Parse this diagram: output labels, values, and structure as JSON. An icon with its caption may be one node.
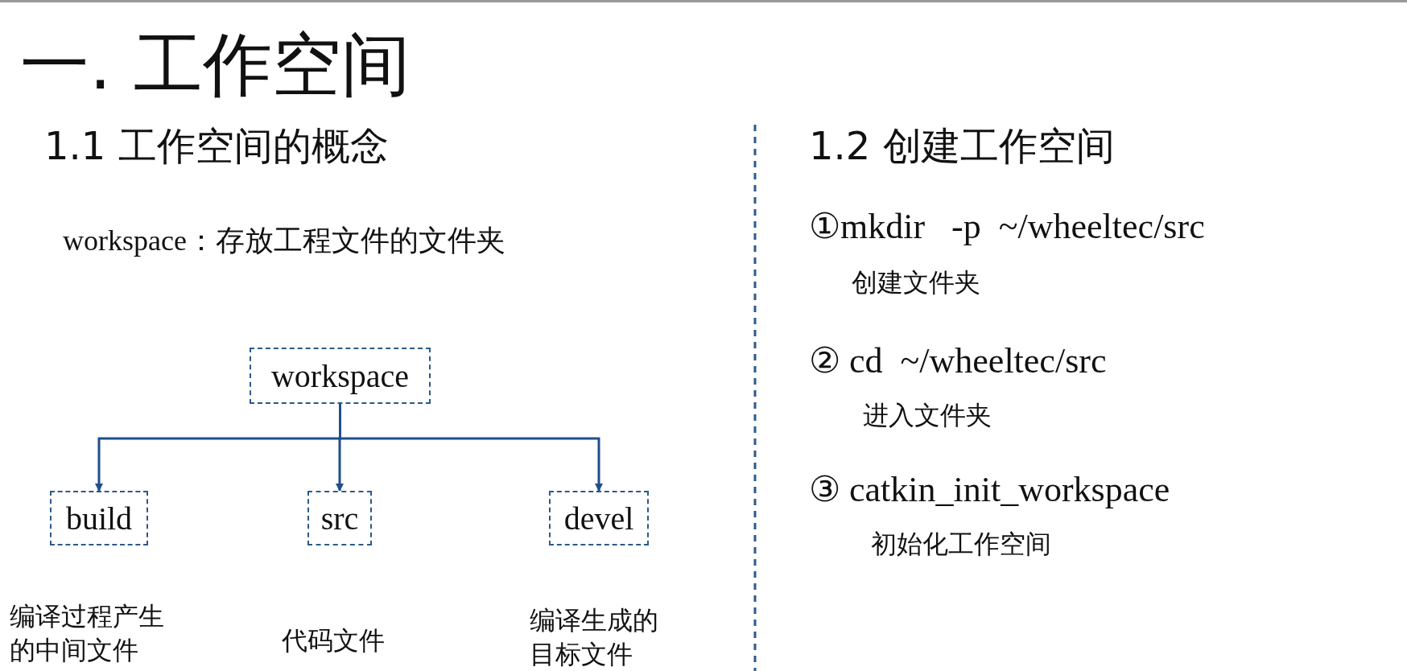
{
  "diagram": {
    "title": "一. 工作空间",
    "nodes": [
      {
        "text": [
          "workspace"
        ]
      },
      {
        "text": [
          "build"
        ],
        "beside": [
          "编译过程产生的中间文件"
        ]
      },
      {
        "text": [
          "src"
        ],
        "beside": [
          "代码文件"
        ]
      },
      {
        "text": [
          "devel"
        ],
        "beside": [
          "编译生成的目标文件"
        ]
      }
    ],
    "edges": [
      {
        "from": 0,
        "to": 1,
        "arrow": "to"
      },
      {
        "from": 0,
        "to": 2,
        "arrow": "to"
      },
      {
        "from": 0,
        "to": 3,
        "arrow": "to"
      }
    ],
    "labels": [
      "1.1 工作空间的概念",
      "workspace：存放工程文件的文件夹",
      "1.2 创建工作空间",
      "①mkdir   -p  ~/wheeltec/src",
      "创建文件夹",
      "② cd  ~/wheeltec/src",
      "进入文件夹",
      "③ catkin_init_workspace",
      "初始化工作空间"
    ]
  }
}
